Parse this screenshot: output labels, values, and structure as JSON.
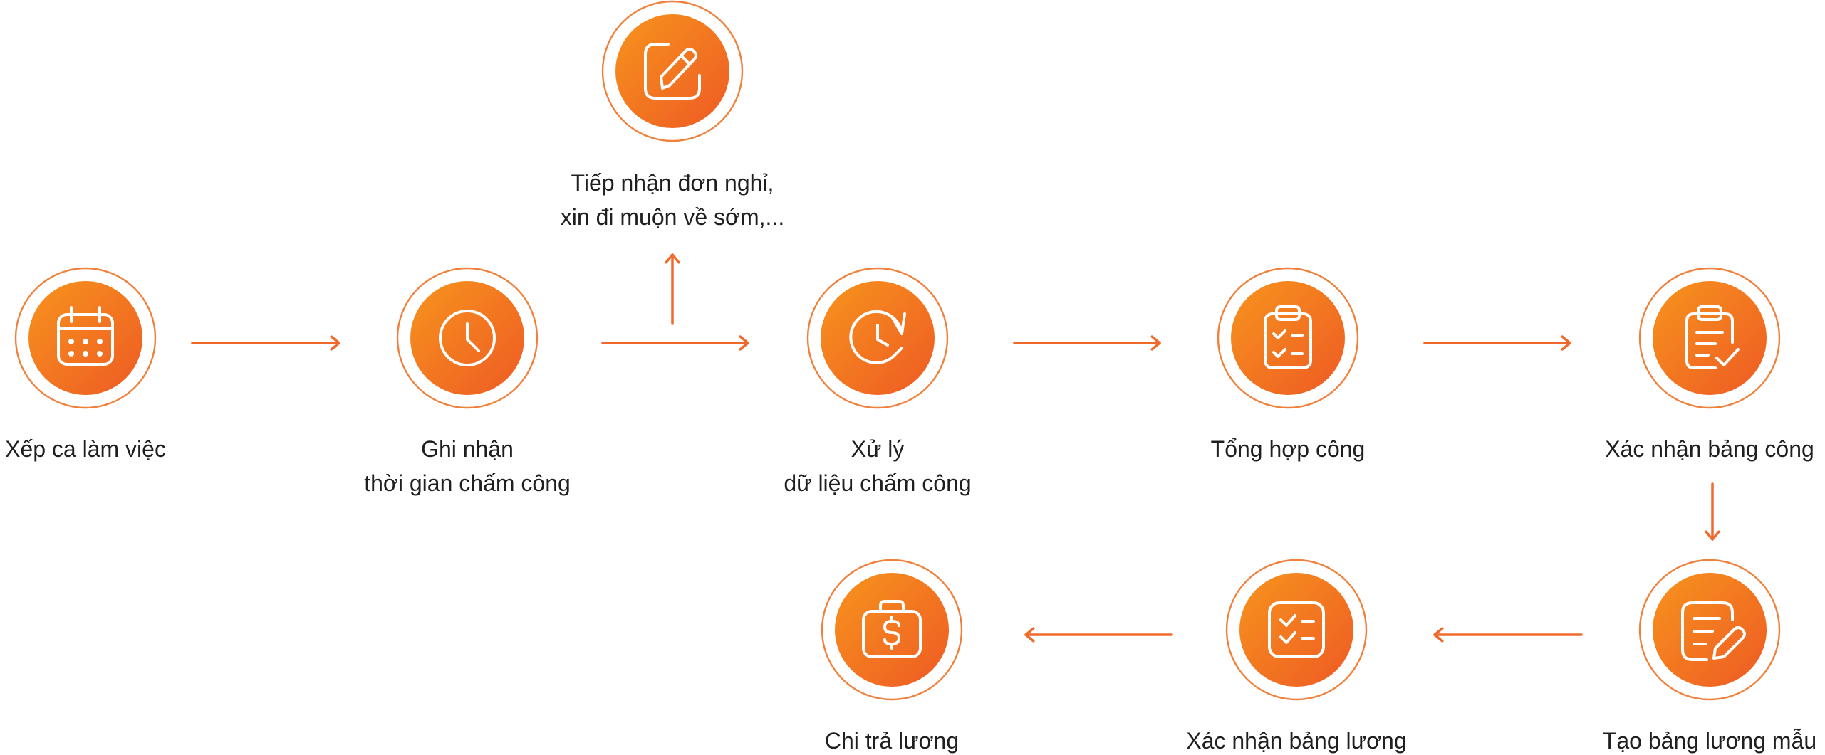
{
  "theme": {
    "accent_start": "#F7941D",
    "accent_end": "#EE5A24",
    "ring_color": "#F0813C",
    "arrow_color": "#EF6A2B",
    "text_color": "#1F1F1F"
  },
  "nodes": [
    {
      "id": "xep-ca",
      "icon": "calendar-icon",
      "label_lines": [
        "Xếp ca làm việc"
      ]
    },
    {
      "id": "ghi-nhan",
      "icon": "clock-icon",
      "label_lines": [
        "Ghi nhận",
        "thời gian chấm công"
      ]
    },
    {
      "id": "tiep-nhan",
      "icon": "edit-square-icon",
      "label_lines": [
        "Tiếp nhận đơn nghỉ,",
        "xin đi muộn về sớm,..."
      ]
    },
    {
      "id": "xu-ly",
      "icon": "clock-refresh-icon",
      "label_lines": [
        "Xử lý",
        "dữ liệu chấm công"
      ]
    },
    {
      "id": "tong-hop",
      "icon": "clipboard-list-icon",
      "label_lines": [
        "Tổng hợp công"
      ]
    },
    {
      "id": "xac-nhan-cong",
      "icon": "clipboard-check-icon",
      "label_lines": [
        "Xác nhận bảng công"
      ]
    },
    {
      "id": "tao-bang",
      "icon": "document-edit-icon",
      "label_lines": [
        "Tạo bảng lương mẫu"
      ]
    },
    {
      "id": "xac-nhan-luong",
      "icon": "checklist-icon",
      "label_lines": [
        "Xác nhận bảng lương"
      ]
    },
    {
      "id": "chi-tra",
      "icon": "wallet-dollar-icon",
      "label_lines": [
        "Chi trả lương"
      ]
    }
  ],
  "flow": [
    {
      "from": "xep-ca",
      "to": "ghi-nhan"
    },
    {
      "from": "ghi-nhan",
      "to": "xu-ly"
    },
    {
      "from": "ghi-nhan",
      "to": "tiep-nhan"
    },
    {
      "from": "xu-ly",
      "to": "tong-hop"
    },
    {
      "from": "tong-hop",
      "to": "xac-nhan-cong"
    },
    {
      "from": "xac-nhan-cong",
      "to": "tao-bang"
    },
    {
      "from": "tao-bang",
      "to": "xac-nhan-luong"
    },
    {
      "from": "xac-nhan-luong",
      "to": "chi-tra"
    }
  ]
}
